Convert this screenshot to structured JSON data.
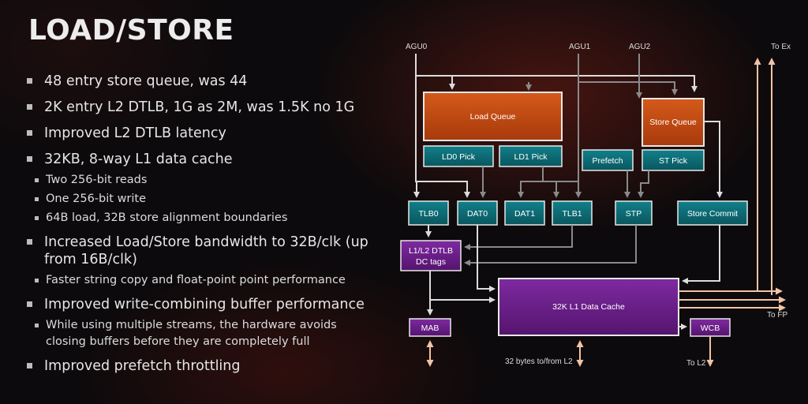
{
  "slide": {
    "title": "LOAD/STORE",
    "bullets": [
      {
        "text": "48 entry store queue, was 44",
        "level": 1
      },
      {
        "text": "2K entry L2 DTLB, 1G as 2M, was 1.5K no 1G",
        "level": 1
      },
      {
        "text": "Improved L2 DTLB latency",
        "level": 1
      },
      {
        "text": "32KB, 8-way L1 data cache",
        "level": 1
      },
      {
        "text": "Two 256-bit reads",
        "level": 2
      },
      {
        "text": "One 256-bit write",
        "level": 2
      },
      {
        "text": "64B load, 32B store alignment boundaries",
        "level": 2
      },
      {
        "text": "Increased Load/Store bandwidth to 32B/clk (up from 16B/clk)",
        "level": 1
      },
      {
        "text": "Faster string copy and float-point point performance",
        "level": 2
      },
      {
        "text": "Improved write-combining buffer performance",
        "level": 1
      },
      {
        "text": "While using multiple streams, the hardware avoids closing buffers before they are completely full",
        "level": 2
      },
      {
        "text": "Improved prefetch throttling",
        "level": 1
      }
    ]
  },
  "diagram": {
    "inputs": {
      "agu0": "AGU0",
      "agu1": "AGU1",
      "agu2": "AGU2"
    },
    "outputs": {
      "to_ex": "To Ex",
      "to_fp": "To FP",
      "to_l2": "To L2",
      "l2_bus": "32 bytes to/from L2"
    },
    "blocks": {
      "load_queue": "Load Queue",
      "store_queue": "Store Queue",
      "ld0_pick": "LD0 Pick",
      "ld1_pick": "LD1 Pick",
      "prefetch": "Prefetch",
      "st_pick": "ST Pick",
      "tlb0": "TLB0",
      "dat0": "DAT0",
      "dat1": "DAT1",
      "tlb1": "TLB1",
      "stp": "STP",
      "store_commit": "Store Commit",
      "dtlb_line1": "L1/L2 DTLB",
      "dtlb_line2": "DC tags",
      "l1_cache": "32K L1 Data Cache",
      "mab": "MAB",
      "wcb": "WCB"
    },
    "colors": {
      "orange": "#c24a12",
      "teal": "#0d6a72",
      "purple": "#6a1c86",
      "arrow_white": "#dcdcdc",
      "arrow_grey": "#8a8a8a",
      "arrow_peach": "#f2c3a4"
    }
  }
}
